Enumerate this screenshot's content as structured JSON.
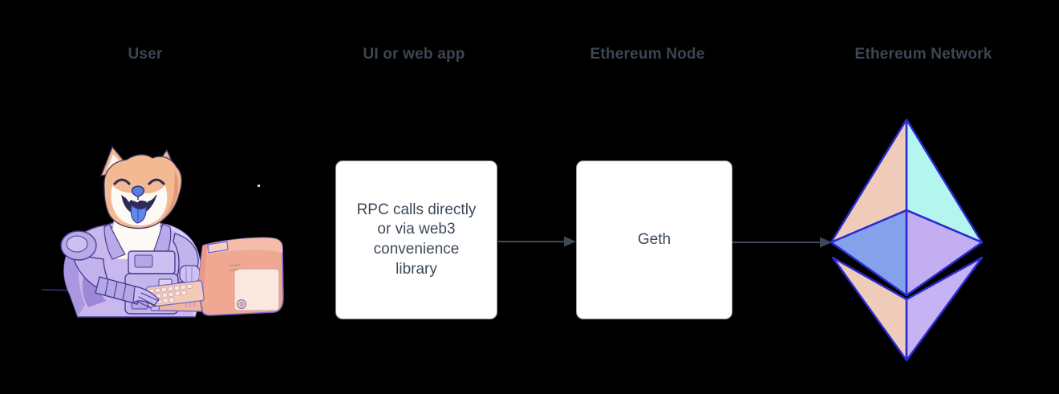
{
  "headings": {
    "user": "User",
    "ui": "UI or web app",
    "node": "Ethereum Node",
    "network": "Ethereum Network"
  },
  "boxes": {
    "ui_lines": [
      "RPC calls directly",
      "or via web3",
      "convenience",
      "library"
    ],
    "node_label": "Geth"
  },
  "icons": {
    "user_illustration": "doge-astronaut-at-computer-illustration",
    "network_logo": "ethereum-logo",
    "connector": "right-arrow"
  },
  "colors": {
    "background": "#000000",
    "heading_text": "#3d4653",
    "box_text": "#3e4a5a",
    "box_fill": "#ffffff",
    "box_border": "#999999",
    "arrow": "#3f4a59",
    "eth_outline": "#2a2bd0",
    "eth_peach": "#efccba",
    "eth_cyan": "#b4f6ee",
    "eth_blue": "#86a1eb",
    "eth_purple": "#c2aef0",
    "doge_fur": "#f3b992",
    "suit_lavender": "#c8b8ee",
    "computer_salmon": "#f0a892"
  }
}
